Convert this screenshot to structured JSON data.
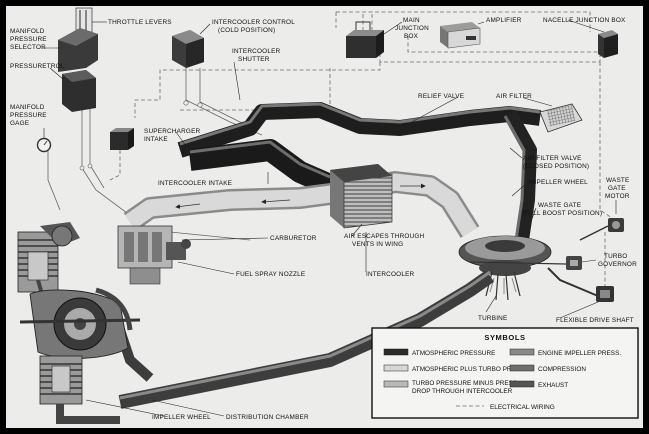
{
  "labels": {
    "throttle_levers": "THROTTLE LEVERS",
    "manifold_pressure_selector_1": "MANIFOLD",
    "manifold_pressure_selector_2": "PRESSURE",
    "manifold_pressure_selector_3": "SELECTOR",
    "pressuretrol": "PRESSURETROL",
    "manifold_pressure_gage_1": "MANIFOLD",
    "manifold_pressure_gage_2": "PRESSURE",
    "manifold_pressure_gage_3": "GAGE",
    "intercooler_control_1": "INTERCOOLER CONTROL",
    "intercooler_control_2": "(COLD POSITION)",
    "intercooler_shutter_1": "INTERCOOLER",
    "intercooler_shutter_2": "SHUTTER",
    "main_junction_box_1": "MAIN",
    "main_junction_box_2": "JUNCTION",
    "main_junction_box_3": "BOX",
    "amplifier": "AMPLIFIER",
    "nacelle_junction_box": "NACELLE JUNCTION BOX",
    "relief_valve": "RELIEF VALVE",
    "air_filter": "AIR FILTER",
    "supercharger_intake_1": "SUPERCHARGER",
    "supercharger_intake_2": "INTAKE",
    "intercooler_intake": "INTERCOOLER INTAKE",
    "air_filter_valve_1": "AIR FILTER VALVE",
    "air_filter_valve_2": "(CLOSED POSITION)",
    "impeller_wheel_top": "IMPELLER WHEEL",
    "waste_gate_motor_1": "WASTE",
    "waste_gate_motor_2": "GATE",
    "waste_gate_motor_3": "MOTOR",
    "waste_gate_1": "WASTE GATE",
    "waste_gate_2": "(FULL BOOST POSITION)",
    "carburetor": "CARBURETOR",
    "air_escapes_1": "AIR ESCAPES THROUGH",
    "air_escapes_2": "VENTS IN WING",
    "turbo_governor_1": "TURBO",
    "turbo_governor_2": "GOVERNOR",
    "fuel_spray_nozzle": "FUEL SPRAY NOZZLE",
    "intercooler": "INTERCOOLER",
    "turbine": "TURBINE",
    "flexible_drive_shaft": "FLEXIBLE DRIVE SHAFT",
    "impeller_wheel_bottom": "IMPELLER WHEEL",
    "distribution_chamber": "DISTRIBUTION CHAMBER"
  },
  "legend": {
    "title": "SYMBOLS",
    "items": [
      {
        "text": "ATMOSPHERIC PRESSURE",
        "color": "#2b2b2b"
      },
      {
        "text": "ATMOSPHERIC PLUS TURBO PRESS.",
        "color": "#d6d6d6"
      },
      {
        "text": "TURBO PRESSURE MINUS PRESS.",
        "text2": "DROP THROUGH INTERCOOLER",
        "color": "#b8b8b8"
      },
      {
        "text": "ENGINE IMPELLER PRESS.",
        "color": "#8a8a8a"
      },
      {
        "text": "COMPRESSION",
        "color": "#6f6f6f"
      },
      {
        "text": "EXHAUST",
        "color": "#545454"
      },
      {
        "text": "ELECTRICAL WIRING",
        "color": "#555555"
      }
    ]
  }
}
